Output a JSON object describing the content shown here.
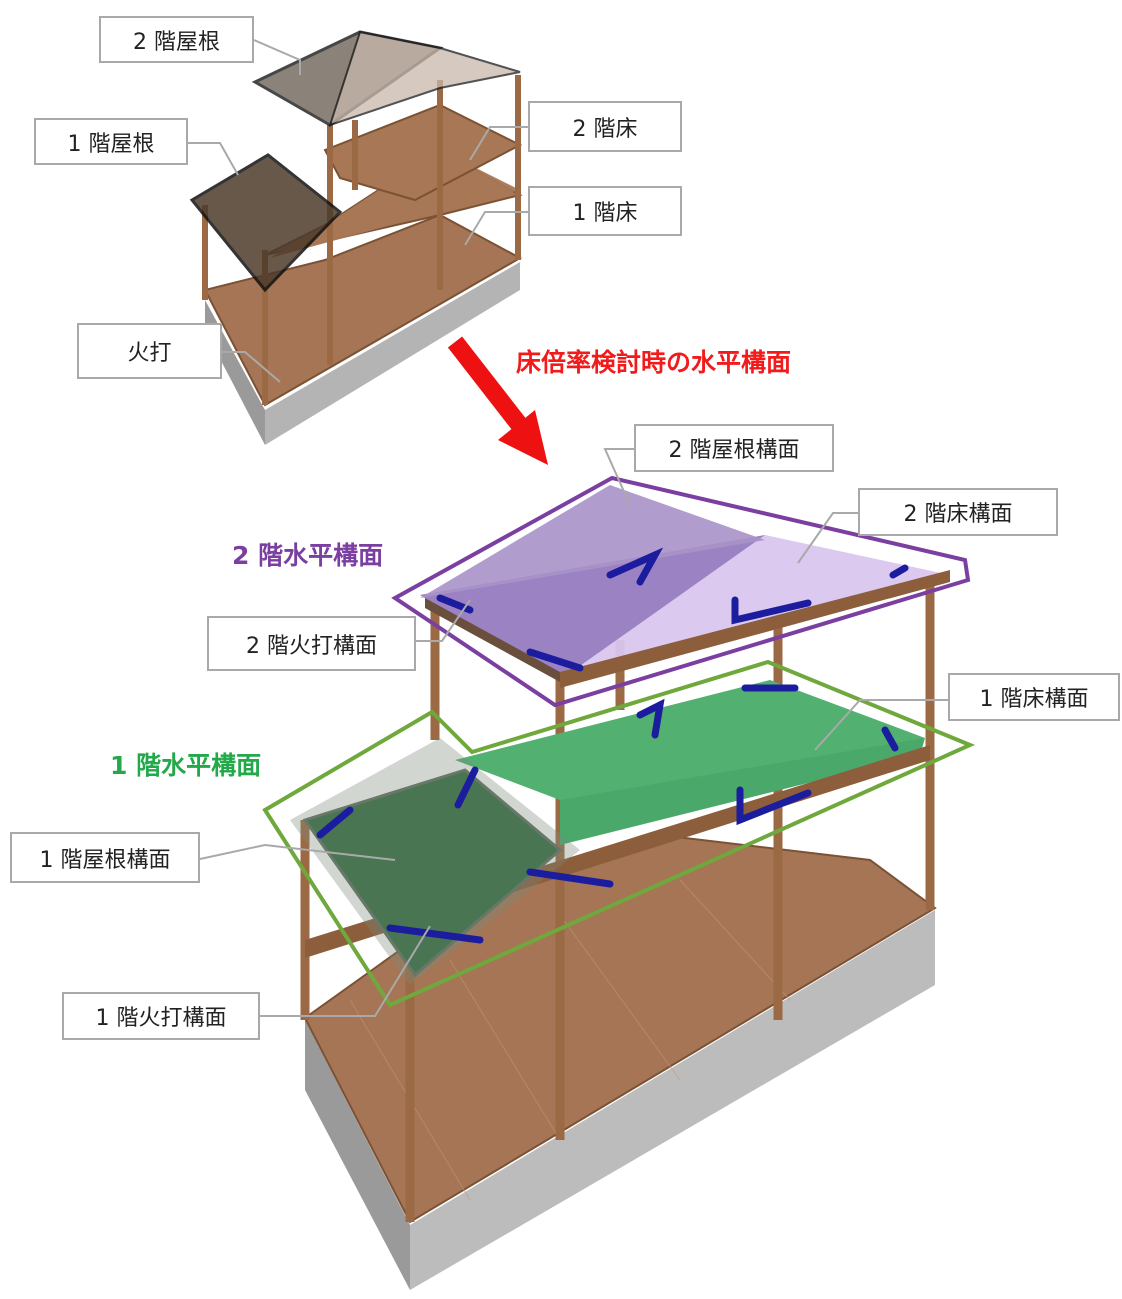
{
  "top_model": {
    "labels": {
      "roof_2f": "2 階屋根",
      "roof_1f": "1 階屋根",
      "floor_2f": "2 階床",
      "floor_1f": "1 階床",
      "hiuchi": "火打"
    }
  },
  "transition": {
    "heading": "床倍率検討時の水平構面",
    "arrow_color": "#ee1111"
  },
  "bottom_model": {
    "group_2f": {
      "title": "2 階水平構面",
      "color": "#7a3fa0"
    },
    "group_1f": {
      "title": "1 階水平構面",
      "color": "#23a84a"
    },
    "labels": {
      "roof_plane_2f": "2 階屋根構面",
      "floor_plane_2f": "2 階床構面",
      "hiuchi_plane_2f": "2 階火打構面",
      "floor_plane_1f": "1 階床構面",
      "roof_plane_1f": "1 階屋根構面",
      "hiuchi_plane_1f": "1 階火打構面"
    }
  },
  "colors": {
    "wood": "#9b6a44",
    "floor_deck": "#a57555",
    "foundation": "#9a9a9a",
    "brace_blue": "#1c1c9e",
    "plane_purple": "#9b82c2",
    "plane_purple_light": "#d9c6ef",
    "plane_green": "#4aa86a",
    "plane_green_dark": "#2f6b3d",
    "outline_purple": "#7a3fa0",
    "outline_green": "#6fa83c"
  }
}
